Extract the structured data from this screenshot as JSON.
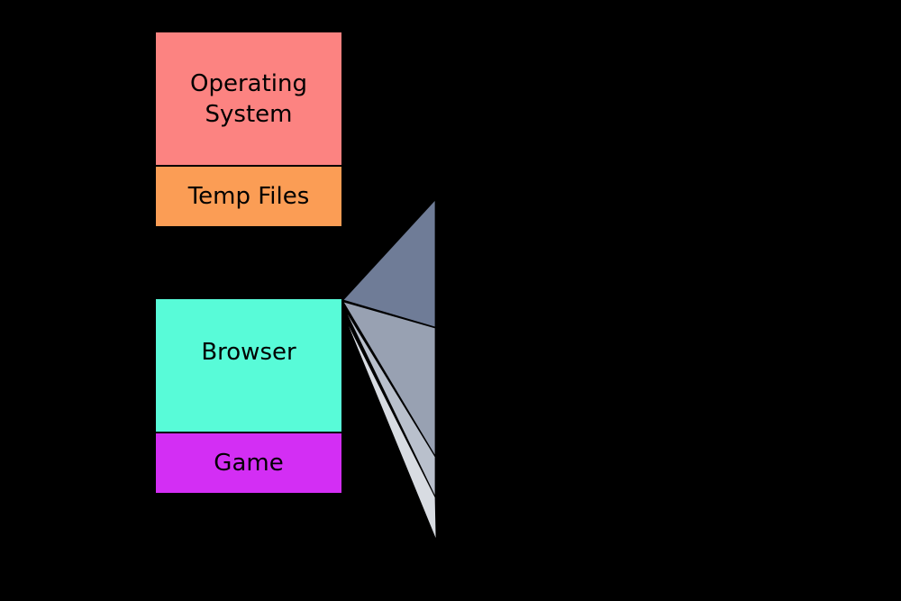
{
  "canvas": {
    "background": "#000000",
    "text_color": "#000000",
    "border_color": "#000000"
  },
  "stack": {
    "blocks": [
      {
        "name": "operating-system",
        "label": "Operating System",
        "line1": "Operating",
        "line2": "System",
        "color": "#FC8381"
      },
      {
        "name": "temp-files",
        "label": "Temp Files",
        "color": "#FB9D55"
      },
      {
        "name": "browser",
        "label": "Browser",
        "color": "#58FBD8"
      },
      {
        "name": "game",
        "label": "Game",
        "color": "#D32EF4"
      }
    ]
  },
  "fan": {
    "triangles": [
      {
        "name": "fan-triangle-dark",
        "color": "#6F7C97"
      },
      {
        "name": "fan-triangle-medium",
        "color": "#98A1B2"
      },
      {
        "name": "fan-triangle-light",
        "color": "#B9C0CC"
      },
      {
        "name": "fan-triangle-lightest",
        "color": "#D8DCE2"
      }
    ]
  }
}
